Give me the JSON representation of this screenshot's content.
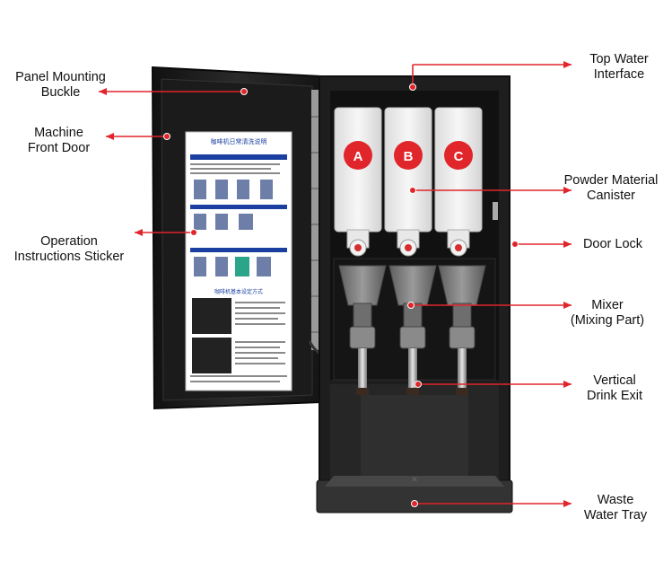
{
  "labels": {
    "panel_mounting_buckle": [
      "Panel Mounting",
      "Buckle"
    ],
    "machine_front_door": [
      "Machine",
      "Front Door"
    ],
    "operation_instructions_sticker": [
      "Operation",
      "Instructions Sticker"
    ],
    "top_water_interface": [
      "Top Water",
      "Interface"
    ],
    "powder_material_canister": [
      "Powder Material",
      "Canister"
    ],
    "door_lock": [
      "Door Lock"
    ],
    "mixer": [
      "Mixer",
      "(Mixing Part)"
    ],
    "vertical_drink_exit": [
      "Vertical",
      "Drink Exit"
    ],
    "waste_water_tray": [
      "Waste",
      "Water Tray"
    ]
  },
  "canisters": [
    "A",
    "B",
    "C"
  ],
  "sticker": {
    "title": "咖啡机日常清洗说明",
    "section2_title": "咖啡机基本设定方式"
  },
  "colors": {
    "accent": "#e0252b",
    "machine": "#1e1e1e",
    "canister": "#eeeeee",
    "mixer": "#7d7d7d",
    "sticker_header": "#1a3fa0"
  }
}
